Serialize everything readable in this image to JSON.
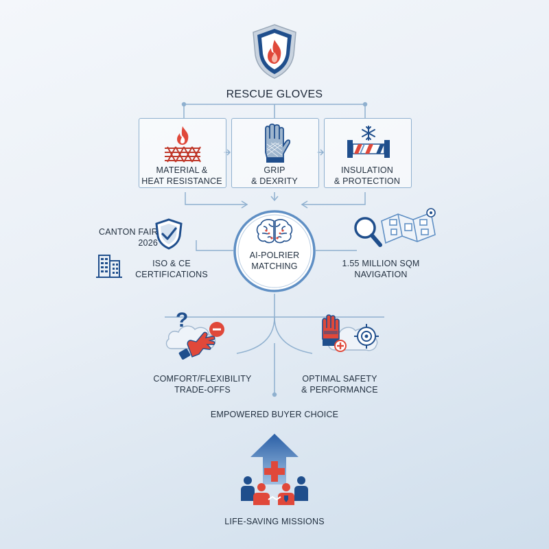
{
  "title": "RESCUE GLOVES",
  "features": [
    {
      "label_line1": "MATERIAL &",
      "label_line2": "HEAT RESISTANCE"
    },
    {
      "label_line1": "GRIP",
      "label_line2": "& DEXRITY"
    },
    {
      "label_line1": "INSULATION",
      "label_line2": "& PROTECTION"
    }
  ],
  "center": {
    "line1": "AI-POLRIER",
    "line2": "MATCHING"
  },
  "left": {
    "fair_line1": "CANTON FAIR",
    "fair_line2": "2026",
    "cert_line1": "ISO & CE",
    "cert_line2": "CERTIFICATIONS"
  },
  "right": {
    "line1": "1.55 MILLION SQM",
    "line2": "NAVIGATION"
  },
  "outcomes": [
    {
      "line1": "COMFORT/FLEXIBILITY",
      "line2": "TRADE-OFFS"
    },
    {
      "line1": "OPTIMAL SAFETY",
      "line2": "& PERFORMANCE"
    }
  ],
  "choice": "EMPOWERED BUYER CHOICE",
  "mission": "LIFE-SAVING MISSIONS",
  "colors": {
    "navy": "#1f4e8c",
    "red": "#e0483a",
    "line": "#8fb0cf",
    "light_blue": "#5f8fc4"
  }
}
